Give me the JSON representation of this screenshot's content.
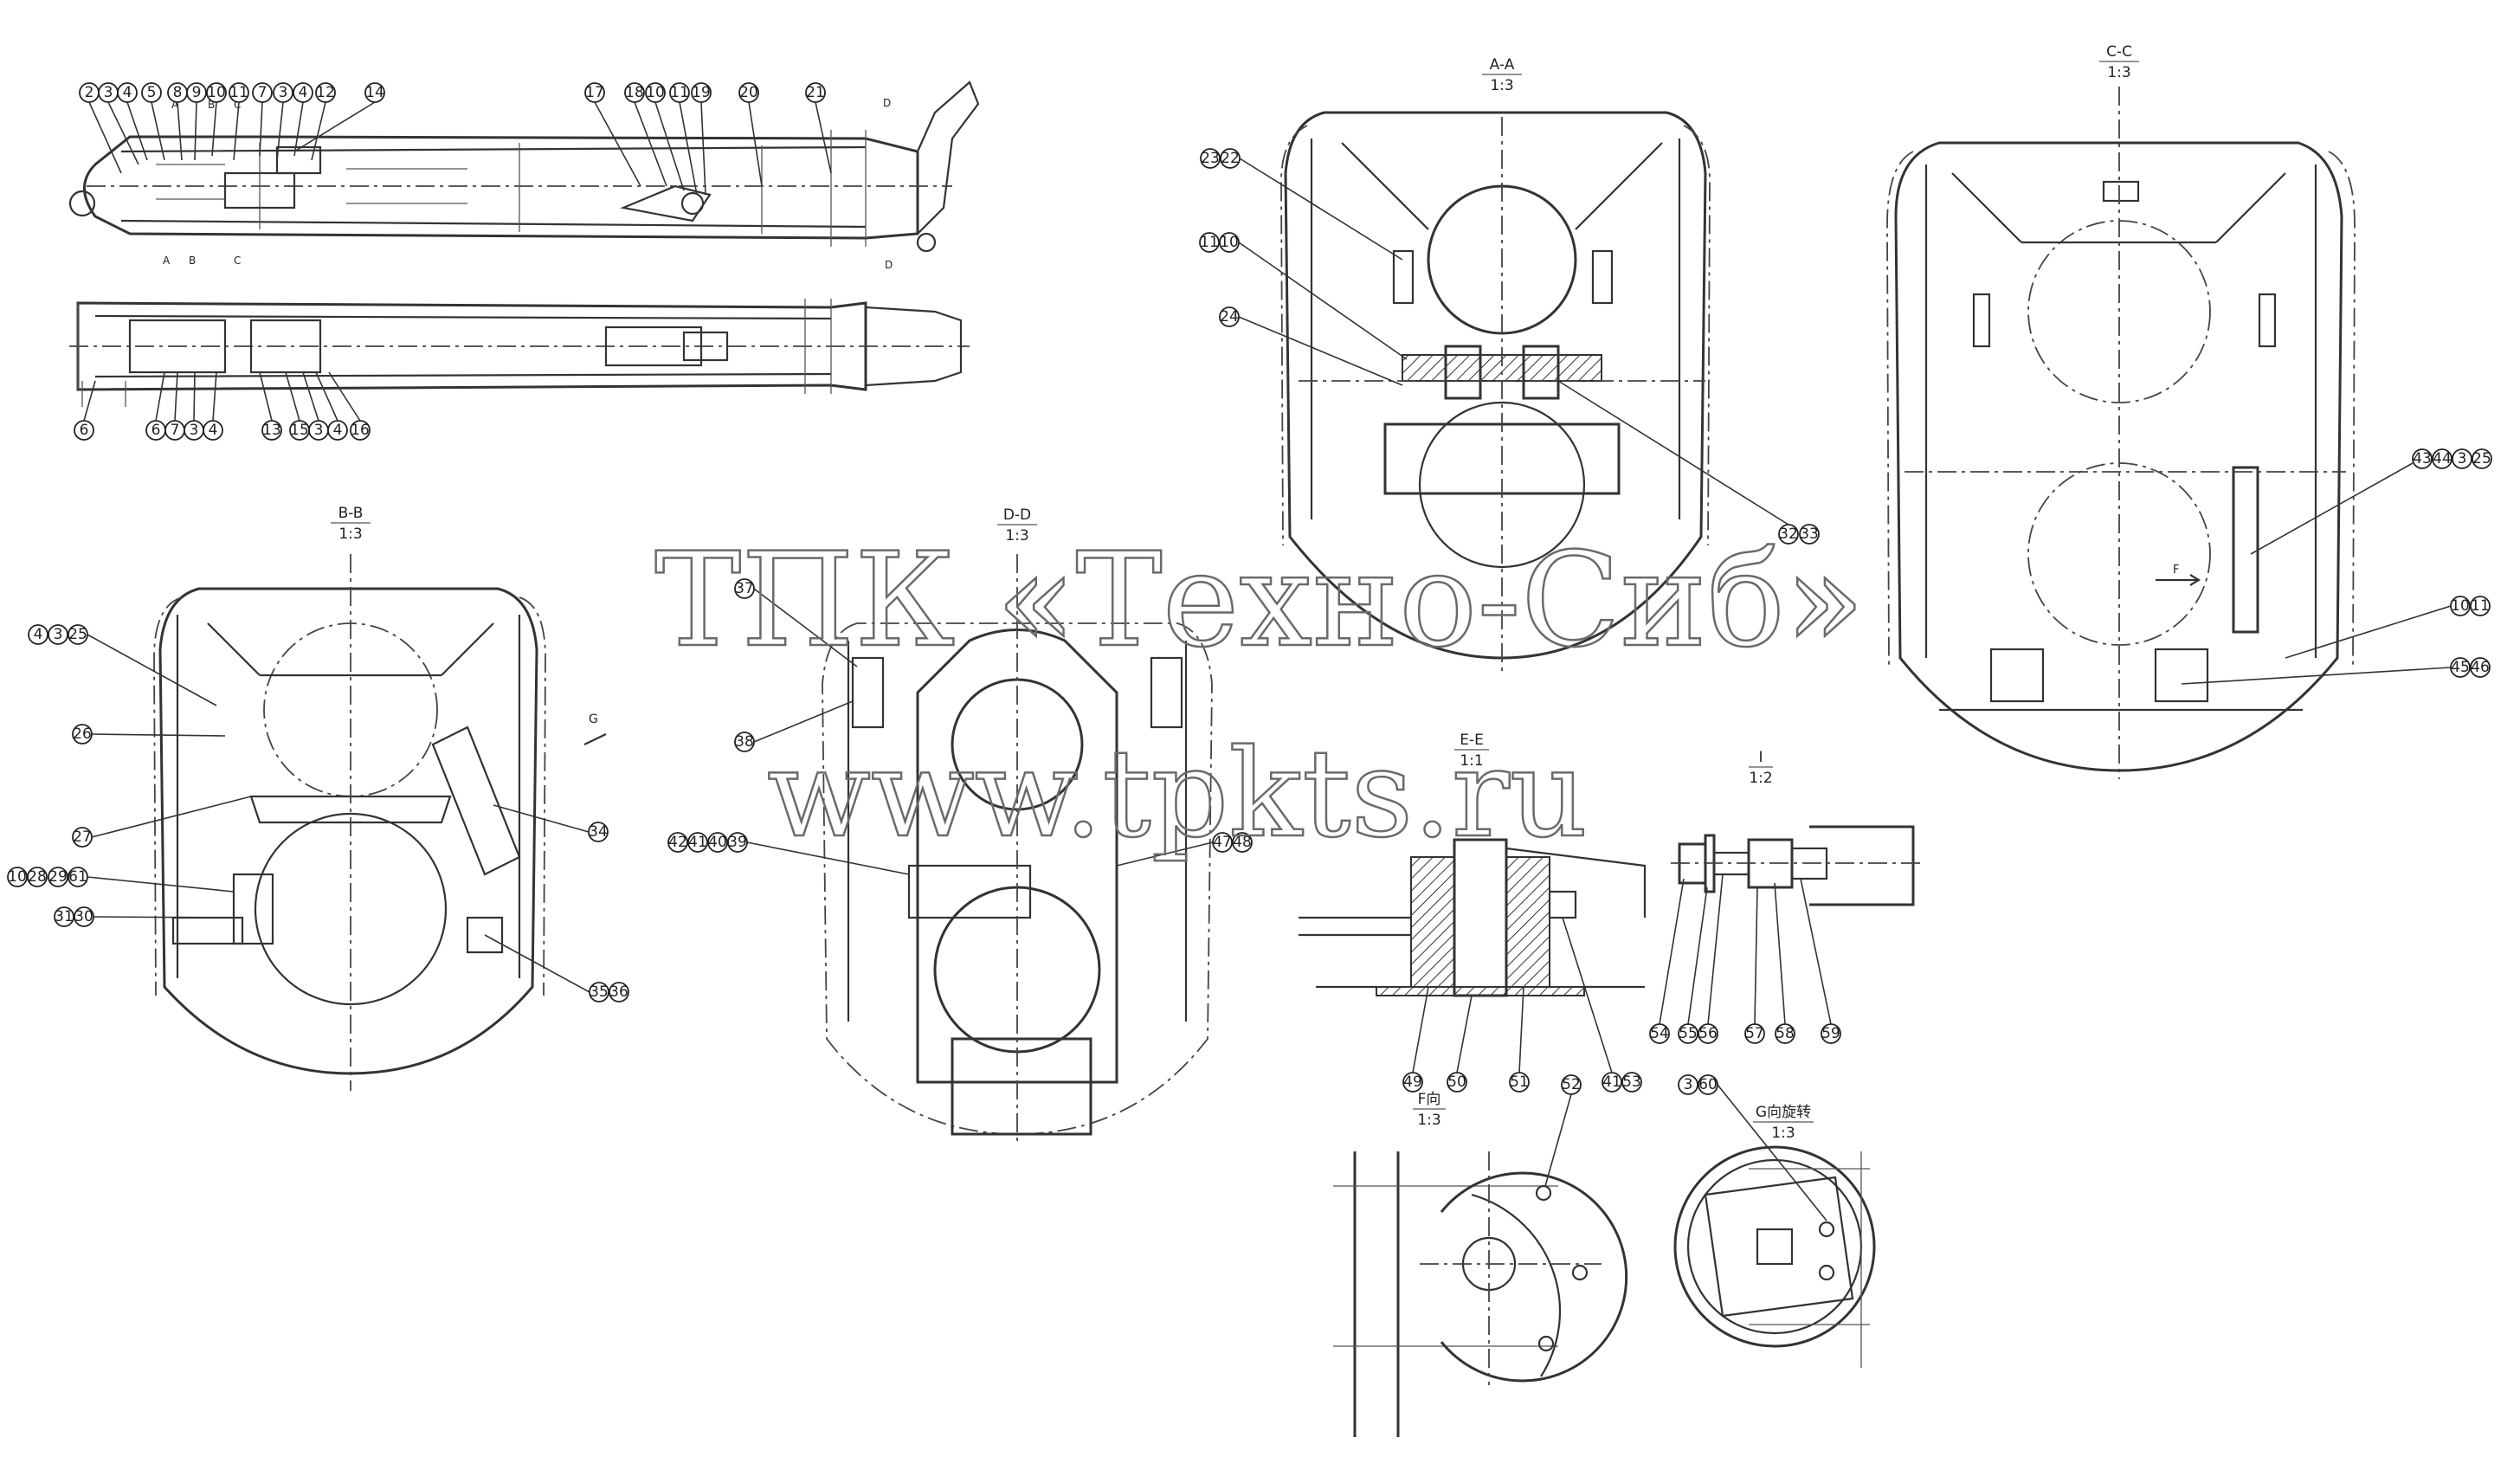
{
  "watermark": {
    "company": "ТПК «Техно-Сиб»",
    "website": "www.tpkts.ru"
  },
  "views": {
    "section_aa": {
      "name": "A-A",
      "scale": "1:3"
    },
    "section_bb": {
      "name": "B-B",
      "scale": "1:3"
    },
    "section_cc": {
      "name": "C-C",
      "scale": "1:3"
    },
    "section_dd": {
      "name": "D-D",
      "scale": "1:3"
    },
    "section_ee": {
      "name": "E-E",
      "scale": "1:1"
    },
    "detail_i": {
      "name": "I",
      "scale": "1:2"
    },
    "view_f": {
      "name": "F向",
      "scale": "1:3"
    },
    "view_g": {
      "name": "G向旋转",
      "scale": "1:3"
    }
  },
  "markers": {
    "a": "A",
    "b": "B",
    "c": "C",
    "d": "D",
    "f": "F",
    "g": "G"
  },
  "callouts": {
    "top_view_row": [
      "2",
      "3",
      "4",
      "5",
      "8",
      "9",
      "10",
      "11",
      "7",
      "3",
      "4",
      "12",
      "14",
      "17",
      "18",
      "10",
      "11",
      "19",
      "20",
      "21"
    ],
    "bottom_view_row": [
      "6",
      "6",
      "7",
      "3",
      "4",
      "13",
      "15",
      "3",
      "4",
      "16"
    ],
    "aa": [
      "23",
      "22",
      "11",
      "10",
      "24",
      "32",
      "33"
    ],
    "bb": [
      "4",
      "3",
      "25",
      "26",
      "27",
      "10",
      "28",
      "29",
      "61",
      "31",
      "30",
      "34",
      "35",
      "36"
    ],
    "cc": [
      "43",
      "44",
      "3",
      "25",
      "10",
      "11",
      "45",
      "46"
    ],
    "dd": [
      "37",
      "38",
      "42",
      "41",
      "40",
      "39",
      "47",
      "48"
    ],
    "ee": [
      "49",
      "50",
      "51",
      "41",
      "53"
    ],
    "detail_i": [
      "54",
      "55",
      "56",
      "57",
      "58",
      "59"
    ],
    "view_f": [
      "52"
    ],
    "view_g": [
      "3",
      "60"
    ]
  }
}
